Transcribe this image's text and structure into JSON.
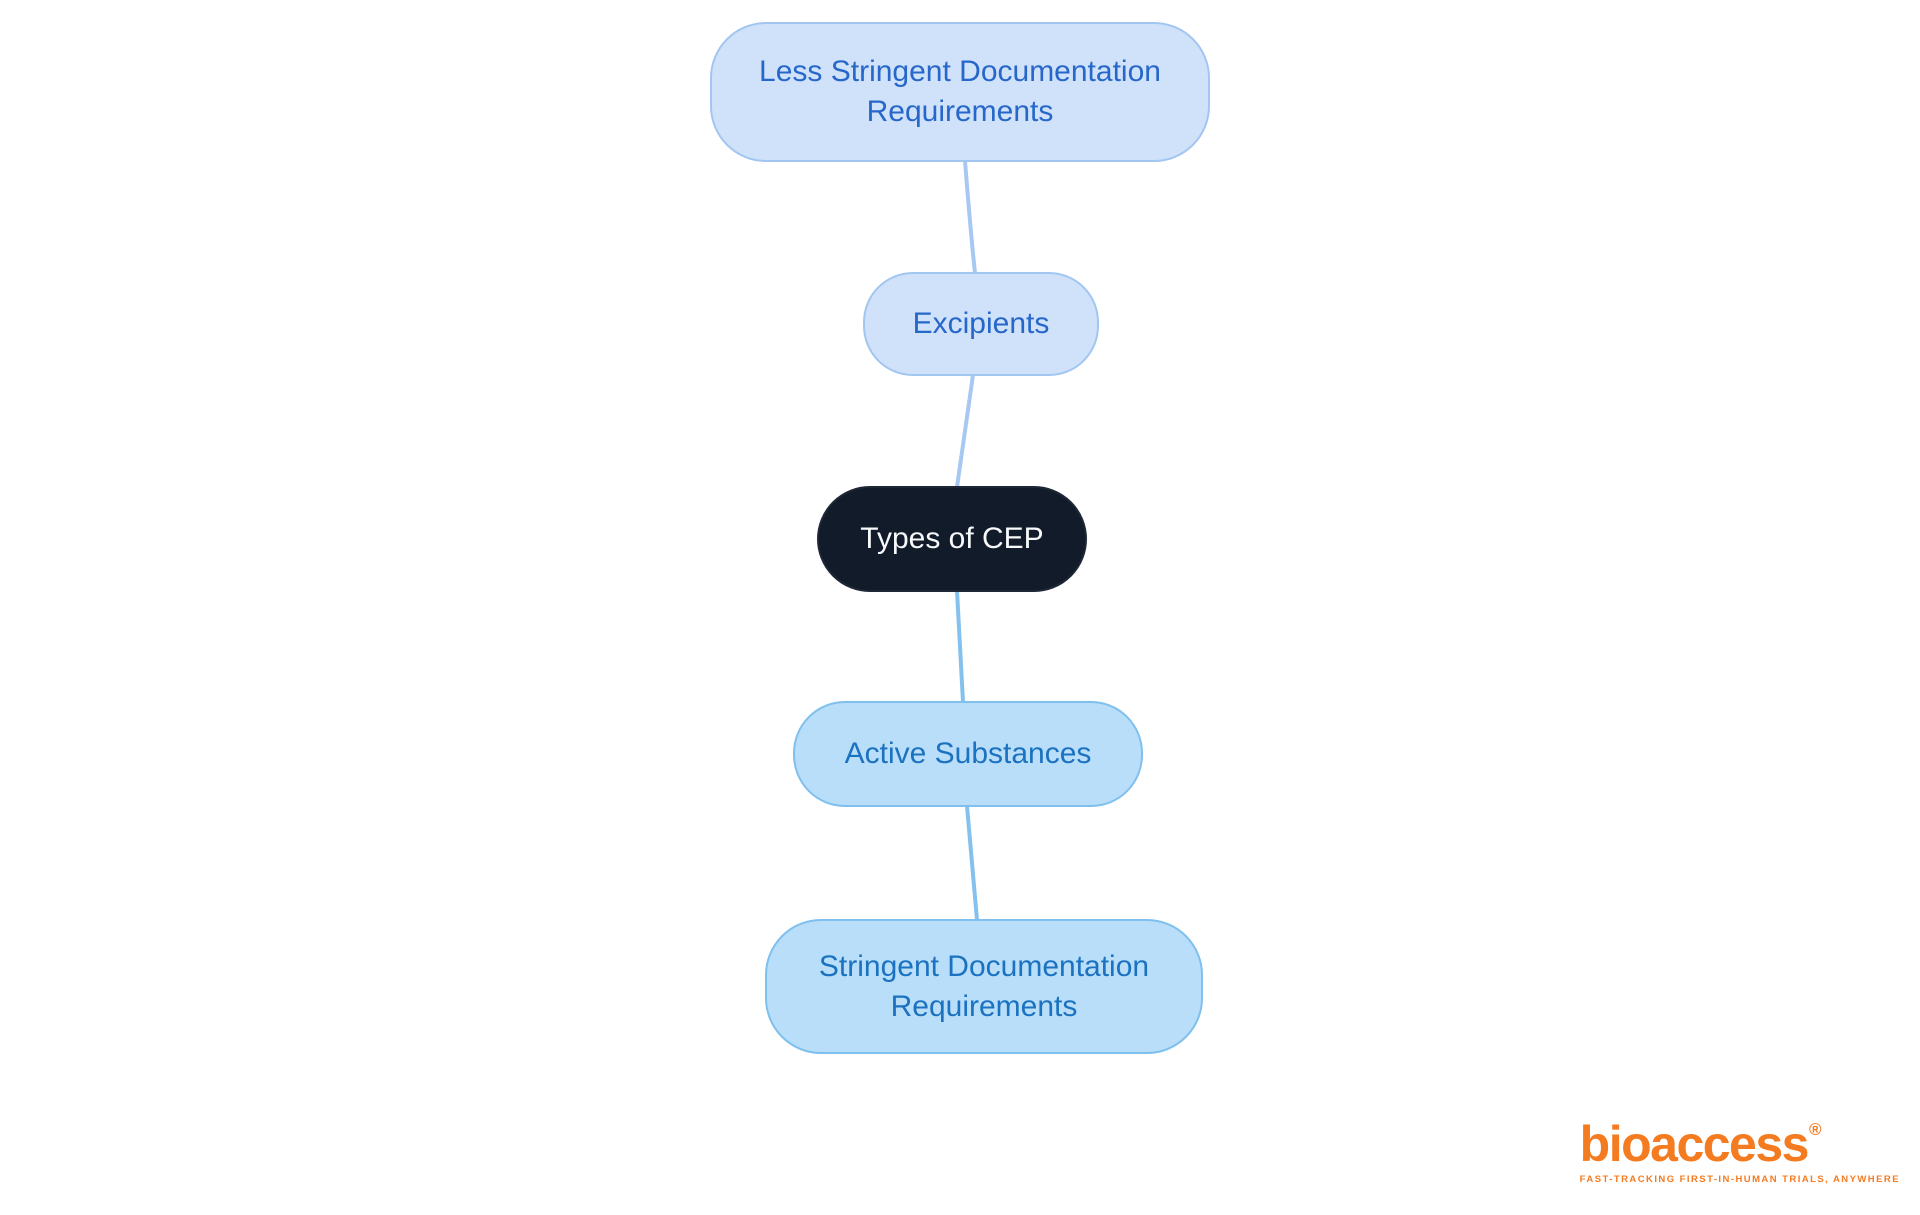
{
  "theme": {
    "bg": "#ffffff",
    "node_light_fill": "#cfe2fa",
    "node_light_border": "#a3c6f1",
    "node_light_text": "#2667c9",
    "node_cyan_fill": "#b9def9",
    "node_cyan_border": "#7fc0ee",
    "node_cyan_text": "#1b72c0",
    "center_fill": "#121b29",
    "center_text": "#f7f9fb",
    "connector_light": "#a6c8f1",
    "connector_cyan": "#85c1ee",
    "logo_orange": "#f47b20"
  },
  "diagram": {
    "type": "mindmap",
    "center": {
      "label": "Types of CEP"
    },
    "nodes": [
      {
        "id": "less-stringent-documentation",
        "label": "Less Stringent Documentation Requirements",
        "style": "light"
      },
      {
        "id": "excipients",
        "label": "Excipients",
        "style": "light"
      },
      {
        "id": "active-substances",
        "label": "Active Substances",
        "style": "cyan"
      },
      {
        "id": "stringent-documentation",
        "label": "Stringent Documentation Requirements",
        "style": "cyan"
      }
    ]
  },
  "logo": {
    "wordmark": "bioaccess",
    "registered_mark": "®",
    "tagline": "FAST-TRACKING FIRST-IN-HUMAN TRIALS, ANYWHERE"
  }
}
